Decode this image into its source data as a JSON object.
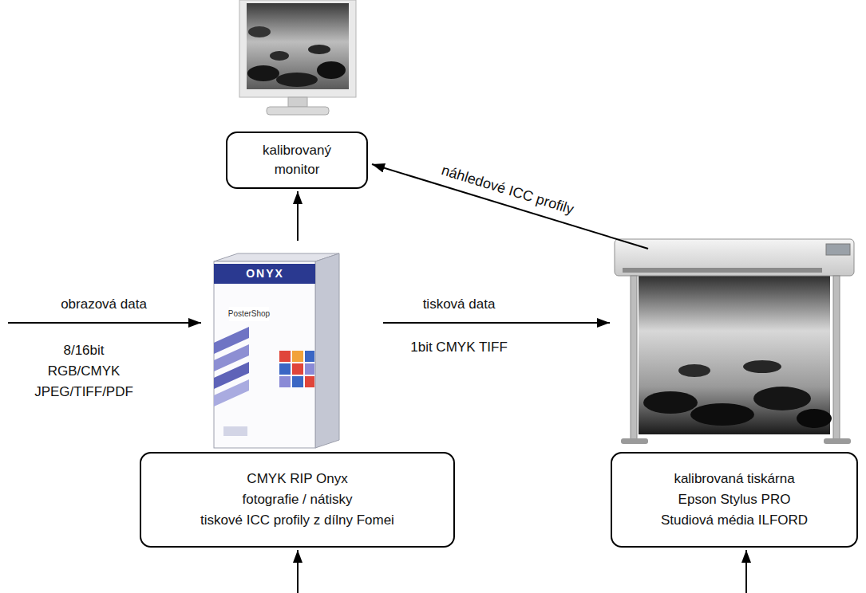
{
  "diagram": {
    "nodes": [
      {
        "text": [
          "kalibrovaný monitor"
        ]
      },
      {
        "text": [
          "CMYK RIP Onyx",
          "fotografie / nátisky",
          "tiskové ICC profily z dílny Fomei"
        ]
      },
      {
        "text": [
          "kalibrovaná tiskárna",
          "Epson Stylus PRO",
          "Studiová média ILFORD"
        ]
      }
    ],
    "labels": [
      "obrazová data",
      "8/16bit",
      "RGB/CMYK",
      "JPEG/TIFF/PDF",
      "tisková data",
      "1bit CMYK TIFF",
      "náhledové ICC profily",
      "ONYX",
      "PosterShop"
    ]
  }
}
